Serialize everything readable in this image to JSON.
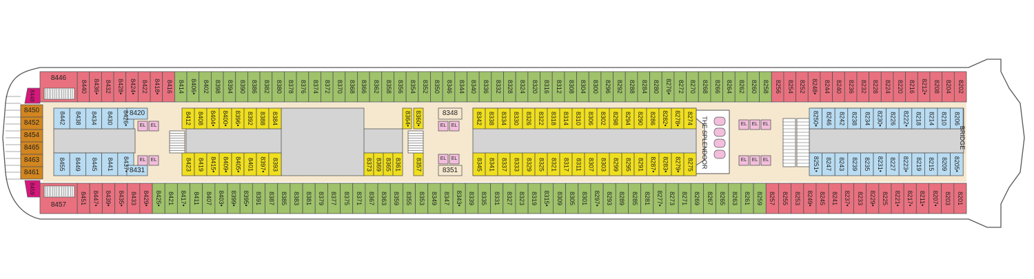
{
  "labels": {
    "bridge": "BRIDGE",
    "venue": "THE SPLENDOOR",
    "elevator": "EL"
  },
  "colors": {
    "hull": "#ffffff",
    "floor": "#f6e8cf",
    "core": "#d4d4d4",
    "outline": "#555555",
    "red": "#e9717f",
    "green": "#9fc26b",
    "yellow": "#f0df1e",
    "blue": "#b9dcf2",
    "pink": "#f2bedc",
    "orange": "#d2861f",
    "magenta": "#d8167c",
    "beige": "#f6e8cf"
  },
  "rows": {
    "top_outer": [
      {
        "num": "8440",
        "color": "red"
      },
      {
        "num": "8436•",
        "color": "red"
      },
      {
        "num": "8432",
        "color": "red"
      },
      {
        "num": "8428•",
        "color": "red"
      },
      {
        "num": "8424•",
        "color": "red"
      },
      {
        "num": "8422",
        "color": "red"
      },
      {
        "num": "8418•",
        "color": "red"
      },
      {
        "num": "8416",
        "color": "red"
      },
      {
        "num": "8414",
        "color": "green"
      },
      {
        "num": "8406•",
        "color": "green"
      },
      {
        "num": "8402",
        "color": "green"
      },
      {
        "num": "8398",
        "color": "green"
      },
      {
        "num": "8394",
        "color": "green"
      },
      {
        "num": "8390",
        "color": "green"
      },
      {
        "num": "8386",
        "color": "green"
      },
      {
        "num": "8382",
        "color": "green"
      },
      {
        "num": "8380",
        "color": "green"
      },
      {
        "num": "8378",
        "color": "green"
      },
      {
        "num": "8376",
        "color": "green"
      },
      {
        "num": "8374",
        "color": "green"
      },
      {
        "num": "8372",
        "color": "green"
      },
      {
        "num": "8370",
        "color": "green"
      },
      {
        "num": "8368",
        "color": "green"
      },
      {
        "num": "8366",
        "color": "green"
      },
      {
        "num": "8362",
        "color": "green"
      },
      {
        "num": "8358",
        "color": "green"
      },
      {
        "num": "8356",
        "color": "green"
      },
      {
        "num": "8354",
        "color": "green"
      },
      {
        "num": "8352",
        "color": "green"
      },
      {
        "num": "8350",
        "color": "green"
      },
      {
        "num": "8346",
        "color": "green"
      },
      {
        "num": "8344",
        "color": "green"
      },
      {
        "num": "8340",
        "color": "green"
      },
      {
        "num": "8336",
        "color": "green"
      },
      {
        "num": "8332",
        "color": "green"
      },
      {
        "num": "8328",
        "color": "green"
      },
      {
        "num": "8324",
        "color": "green"
      },
      {
        "num": "8320",
        "color": "green"
      },
      {
        "num": "8316",
        "color": "green"
      },
      {
        "num": "8312",
        "color": "green"
      },
      {
        "num": "8308",
        "color": "green"
      },
      {
        "num": "8304",
        "color": "green"
      },
      {
        "num": "8300",
        "color": "green"
      },
      {
        "num": "8296",
        "color": "green"
      },
      {
        "num": "8292",
        "color": "green"
      },
      {
        "num": "8288",
        "color": "green"
      },
      {
        "num": "8284",
        "color": "green"
      },
      {
        "num": "8280",
        "color": "green"
      },
      {
        "num": "8276•",
        "color": "green"
      },
      {
        "num": "8272",
        "color": "green"
      },
      {
        "num": "8270",
        "color": "green"
      },
      {
        "num": "8268",
        "color": "green"
      },
      {
        "num": "8266",
        "color": "green"
      },
      {
        "num": "8264",
        "color": "green"
      },
      {
        "num": "8262",
        "color": "green"
      },
      {
        "num": "8260",
        "color": "green"
      },
      {
        "num": "8258",
        "color": "green"
      },
      {
        "num": "8256",
        "color": "red"
      },
      {
        "num": "8254",
        "color": "red"
      },
      {
        "num": "8252",
        "color": "red"
      },
      {
        "num": "8248•",
        "color": "red"
      },
      {
        "num": "8244",
        "color": "red"
      },
      {
        "num": "8240",
        "color": "red"
      },
      {
        "num": "8236",
        "color": "red"
      },
      {
        "num": "8232",
        "color": "red"
      },
      {
        "num": "8228",
        "color": "red"
      },
      {
        "num": "8224",
        "color": "red"
      },
      {
        "num": "8220",
        "color": "red"
      },
      {
        "num": "8216",
        "color": "red"
      },
      {
        "num": "8212•",
        "color": "red"
      },
      {
        "num": "8208",
        "color": "red"
      },
      {
        "num": "8204",
        "color": "red"
      },
      {
        "num": "8202",
        "color": "red"
      }
    ],
    "bottom_outer": [
      {
        "num": "8451",
        "color": "red"
      },
      {
        "num": "8447•",
        "color": "red"
      },
      {
        "num": "8439•",
        "color": "red"
      },
      {
        "num": "8435•",
        "color": "red"
      },
      {
        "num": "8433",
        "color": "red"
      },
      {
        "num": "8429•",
        "color": "red"
      },
      {
        "num": "8425•",
        "color": "green"
      },
      {
        "num": "8421",
        "color": "green"
      },
      {
        "num": "8417•",
        "color": "green"
      },
      {
        "num": "8411",
        "color": "green"
      },
      {
        "num": "8407",
        "color": "green"
      },
      {
        "num": "8403•",
        "color": "green"
      },
      {
        "num": "8399•",
        "color": "green"
      },
      {
        "num": "8395•",
        "color": "green"
      },
      {
        "num": "8391",
        "color": "green"
      },
      {
        "num": "8387",
        "color": "green"
      },
      {
        "num": "8385",
        "color": "green"
      },
      {
        "num": "8383",
        "color": "green"
      },
      {
        "num": "8381",
        "color": "green"
      },
      {
        "num": "8379",
        "color": "green"
      },
      {
        "num": "8377",
        "color": "green"
      },
      {
        "num": "8375",
        "color": "green"
      },
      {
        "num": "8371",
        "color": "green"
      },
      {
        "num": "8367",
        "color": "green"
      },
      {
        "num": "8363",
        "color": "green"
      },
      {
        "num": "8359",
        "color": "green"
      },
      {
        "num": "8355",
        "color": "green"
      },
      {
        "num": "8353",
        "color": "green"
      },
      {
        "num": "8349",
        "color": "green"
      },
      {
        "num": "8347",
        "color": "green"
      },
      {
        "num": "8343•",
        "color": "green"
      },
      {
        "num": "8339",
        "color": "green"
      },
      {
        "num": "8335",
        "color": "green"
      },
      {
        "num": "8331",
        "color": "green"
      },
      {
        "num": "8327",
        "color": "green"
      },
      {
        "num": "8323",
        "color": "green"
      },
      {
        "num": "8319",
        "color": "green"
      },
      {
        "num": "8315•",
        "color": "green"
      },
      {
        "num": "8309",
        "color": "green"
      },
      {
        "num": "8305",
        "color": "green"
      },
      {
        "num": "8301",
        "color": "green"
      },
      {
        "num": "8297•",
        "color": "green"
      },
      {
        "num": "8293",
        "color": "green"
      },
      {
        "num": "8289",
        "color": "green"
      },
      {
        "num": "8285",
        "color": "green"
      },
      {
        "num": "8281",
        "color": "green"
      },
      {
        "num": "8277•",
        "color": "green"
      },
      {
        "num": "8273",
        "color": "green"
      },
      {
        "num": "8271",
        "color": "green"
      },
      {
        "num": "8269",
        "color": "green"
      },
      {
        "num": "8267",
        "color": "green"
      },
      {
        "num": "8265",
        "color": "green"
      },
      {
        "num": "8263",
        "color": "green"
      },
      {
        "num": "8261",
        "color": "green"
      },
      {
        "num": "8259",
        "color": "green"
      },
      {
        "num": "8257",
        "color": "red"
      },
      {
        "num": "8255",
        "color": "red"
      },
      {
        "num": "8253",
        "color": "red"
      },
      {
        "num": "8249•",
        "color": "red"
      },
      {
        "num": "8245",
        "color": "red"
      },
      {
        "num": "8241",
        "color": "red"
      },
      {
        "num": "8237•",
        "color": "red"
      },
      {
        "num": "8233",
        "color": "red"
      },
      {
        "num": "8229•",
        "color": "red"
      },
      {
        "num": "8225",
        "color": "red"
      },
      {
        "num": "8221•",
        "color": "red"
      },
      {
        "num": "8217•",
        "color": "red"
      },
      {
        "num": "8211•",
        "color": "red"
      },
      {
        "num": "8207•",
        "color": "red"
      },
      {
        "num": "8203",
        "color": "red"
      },
      {
        "num": "8201",
        "color": "red"
      }
    ],
    "upper_inner_a": [
      "8442",
      "8438",
      "8434",
      "8430",
      "8426•"
    ],
    "upper_inner_b": [
      "8412",
      "8408",
      "8404•",
      "8400•",
      "8396•",
      "8392",
      "8388",
      "8384"
    ],
    "upper_inner_c": [
      "8364•"
    ],
    "upper_inner_d": [
      "8360•"
    ],
    "upper_inner_e": [
      "8342",
      "8338",
      "8334",
      "8330",
      "8326",
      "8322",
      "8318",
      "8314",
      "8310",
      "8306",
      "8302",
      "8298",
      "8294",
      "8290",
      "8286",
      "8282•",
      "8278•",
      "8274"
    ],
    "upper_inner_f": [
      "8250•",
      "8246",
      "8242",
      "8238",
      "8234",
      "8230•",
      "8226",
      "8222•",
      "8218",
      "8214",
      "8210",
      "8206"
    ],
    "lower_inner_a": [
      "8455",
      "8449",
      "8445",
      "8441",
      "8437•"
    ],
    "lower_inner_b": [
      "8423",
      "8419",
      "8415•",
      "8409•",
      "8405•",
      "8401",
      "8397•",
      "8393"
    ],
    "lower_inner_c": [
      "8373",
      "8369",
      "8365",
      "8361"
    ],
    "lower_inner_d": [
      "8357"
    ],
    "lower_inner_e": [
      "8345",
      "8341",
      "8337",
      "8333",
      "8329",
      "8325",
      "8321",
      "8317",
      "8311",
      "8307",
      "8303",
      "8299",
      "8295",
      "8291",
      "8287•",
      "8283•",
      "8279•",
      "8275"
    ],
    "lower_inner_f": [
      "8251•",
      "8247",
      "8243",
      "8239",
      "8235",
      "8231•",
      "8227",
      "8223•",
      "8219",
      "8215",
      "8209",
      "8205•"
    ],
    "bow_upper": [
      "8448"
    ],
    "bow_stack": [
      "8450",
      "8452",
      "8454",
      "8465",
      "8463",
      "8461"
    ],
    "bow_lower": [
      "8459"
    ],
    "stern_corner": [
      "8446",
      "8457"
    ],
    "misc_cabins": [
      "8420",
      "8431",
      "8348",
      "8351"
    ]
  }
}
